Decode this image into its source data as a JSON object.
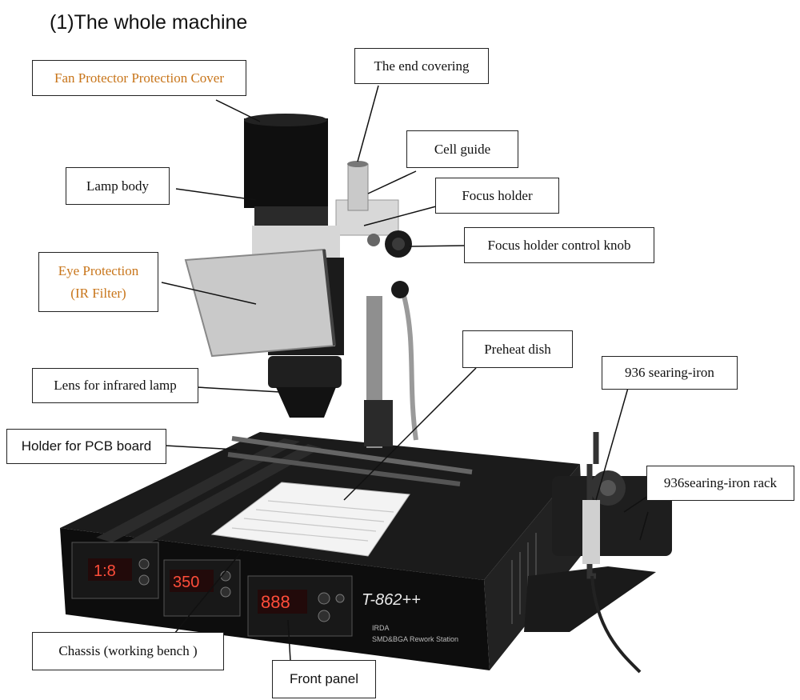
{
  "title": "(1)The whole machine",
  "labels": {
    "fan_protector": "Fan Protector Protection Cover",
    "end_covering": "The end covering",
    "cell_guide": "Cell guide",
    "lamp_body": "Lamp body",
    "focus_holder": "Focus holder",
    "focus_knob": "Focus holder control knob",
    "eye_protection_line1": "Eye Protection",
    "eye_protection_line2": "(IR Filter)",
    "preheat_dish": "Preheat dish",
    "lens": "Lens for infrared lamp",
    "iron": "936 searing-iron",
    "pcb_holder": "Holder for PCB board",
    "iron_rack": "936searing-iron rack",
    "chassis": "Chassis (working bench )",
    "front_panel": "Front panel"
  },
  "machine": {
    "model": "T-862++",
    "subtitle_line1": "IRDA",
    "subtitle_line2": "SMD&BGA Rework Station",
    "display_1": "1:8",
    "display_2": "350",
    "display_3": "888"
  },
  "colors": {
    "accent_label": "#c8751a",
    "machine_dark": "#151515",
    "line": "#111111"
  }
}
